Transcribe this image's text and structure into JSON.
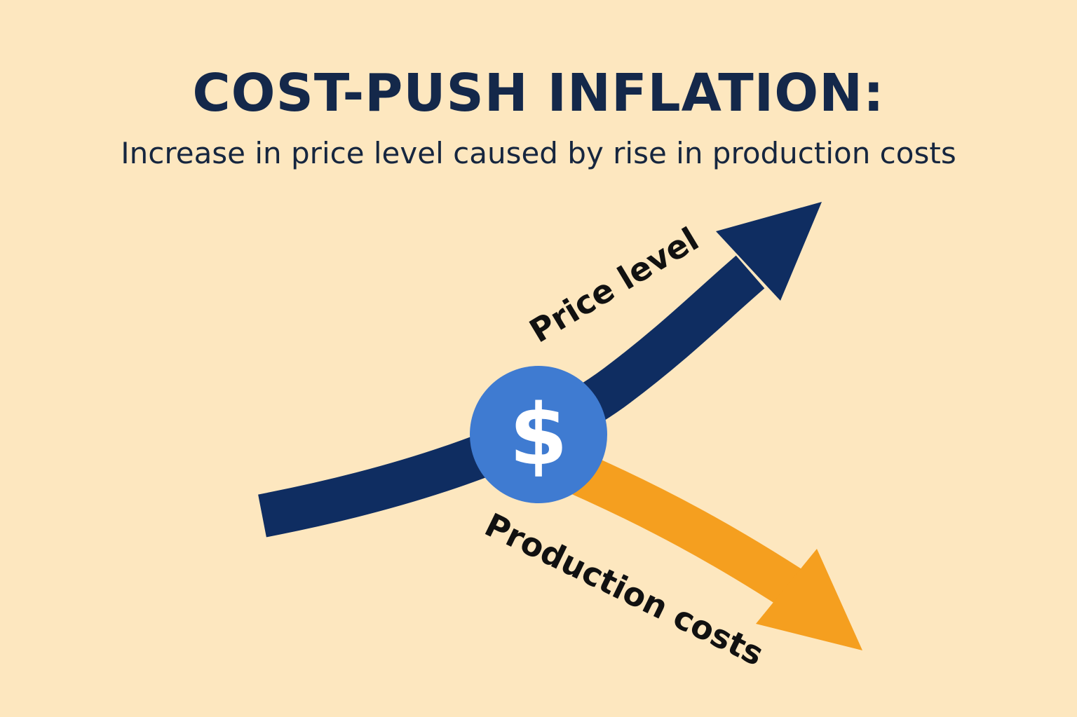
{
  "header": {
    "title": "COST-PUSH INFLATION:",
    "subtitle": "Increase in price level caused by rise in production costs"
  },
  "diagram": {
    "price_arrow": {
      "label": "Price level",
      "direction": "up",
      "color": "#0f2d61"
    },
    "cost_arrow": {
      "label": "Production costs",
      "direction": "down",
      "color": "#f59f1f"
    },
    "center_badge": {
      "icon": "dollar-icon",
      "symbol": "$",
      "color": "#3f7bd1"
    }
  },
  "colors": {
    "background": "#fde7bf",
    "title_text": "#14284a"
  }
}
